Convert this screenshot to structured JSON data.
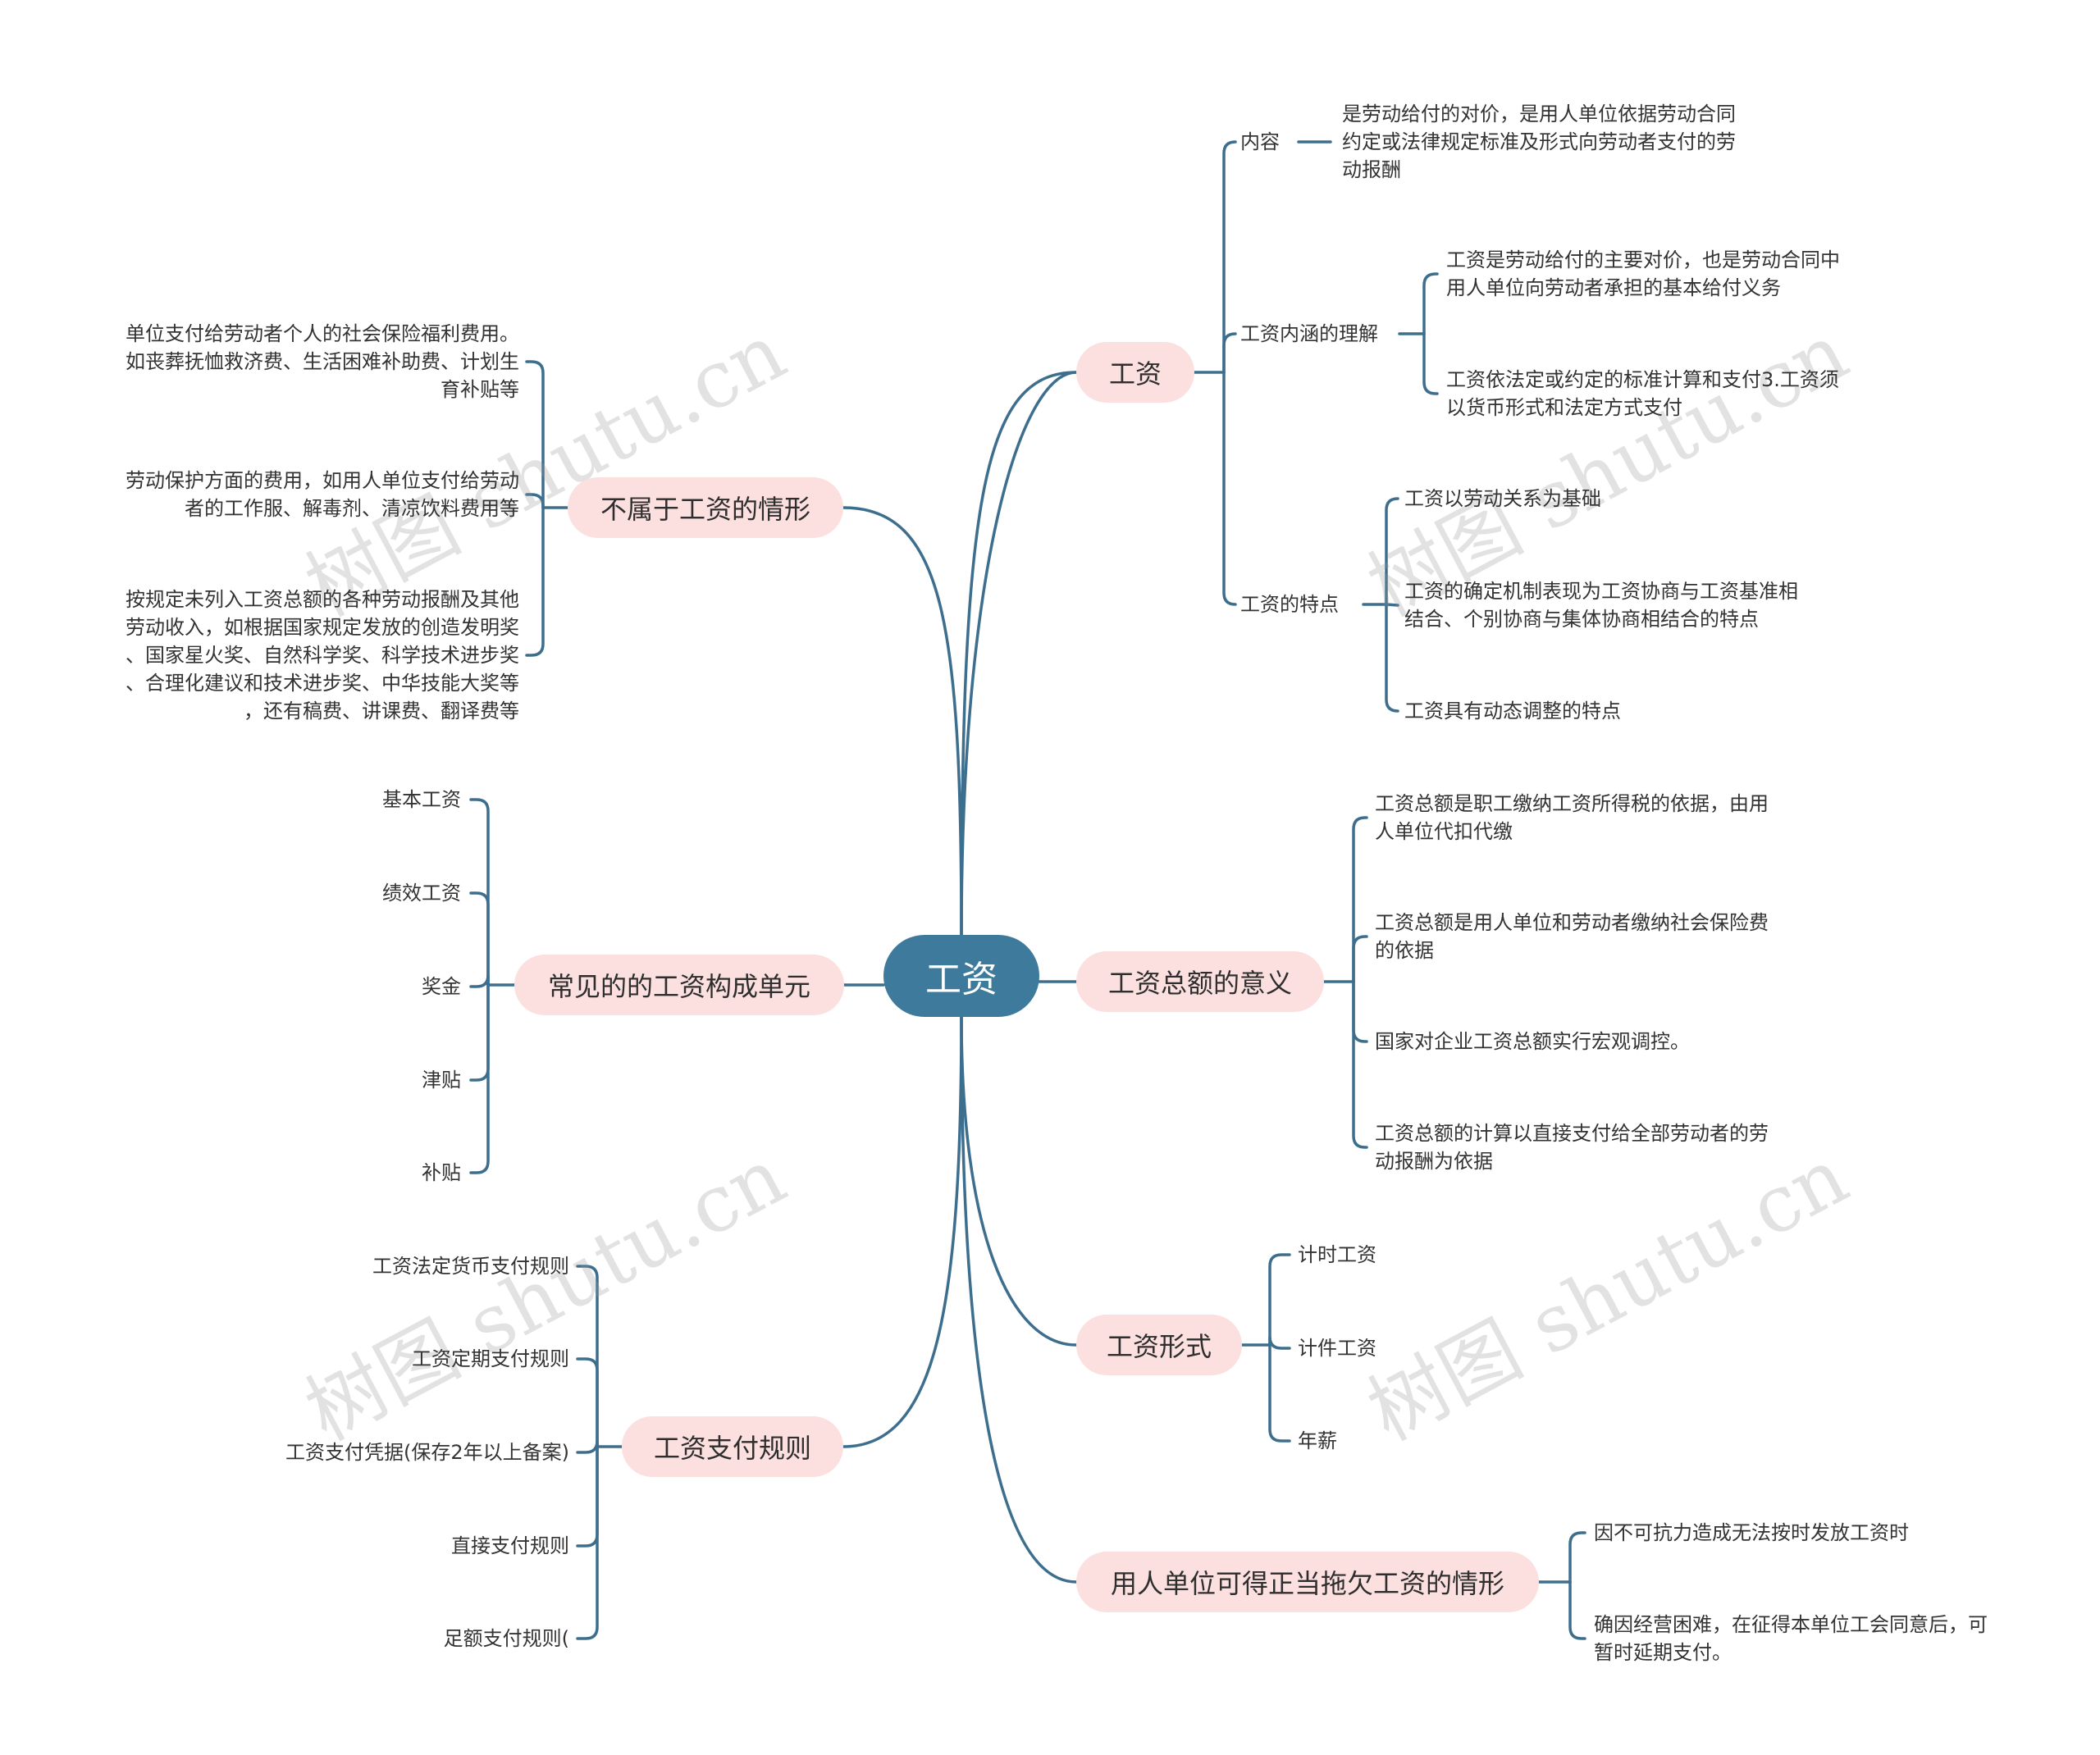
{
  "center": "工资",
  "branches": {
    "wage": {
      "label": "工资",
      "content": {
        "label": "内容",
        "text": "是劳动给付的对价，是用人单位依据劳动合同\n约定或法律规定标准及形式向劳动者支付的劳\n动报酬"
      },
      "understanding": {
        "label": "工资内涵的理解",
        "items": [
          "工资是劳动给付的主要对价，也是劳动合同中\n用人单位向劳动者承担的基本给付义务",
          "工资依法定或约定的标准计算和支付3.工资须\n以货币形式和法定方式支付"
        ]
      },
      "features": {
        "label": "工资的特点",
        "items": [
          "工资以劳动关系为基础",
          "工资的确定机制表现为工资协商与工资基准相\n结合、个别协商与集体协商相结合的特点",
          "工资具有动态调整的特点"
        ]
      }
    },
    "total": {
      "label": "工资总额的意义",
      "items": [
        "工资总额是职工缴纳工资所得税的依据，由用\n人单位代扣代缴",
        "工资总额是用人单位和劳动者缴纳社会保险费\n的依据",
        "国家对企业工资总额实行宏观调控。",
        "工资总额的计算以直接支付给全部劳动者的劳\n动报酬为依据"
      ]
    },
    "forms": {
      "label": "工资形式",
      "items": [
        "计时工资",
        "计件工资",
        "年薪"
      ]
    },
    "arrears": {
      "label": "用人单位可得正当拖欠工资的情形",
      "items": [
        "因不可抗力造成无法按时发放工资时",
        "确因经营困难，在征得本单位工会同意后，可\n暂时延期支付。"
      ]
    },
    "excluded": {
      "label": "不属于工资的情形",
      "items": [
        "单位支付给劳动者个人的社会保险福利费用。\n如丧葬抚恤救济费、生活困难补助费、计划生\n育补贴等",
        "劳动保护方面的费用，如用人单位支付给劳动\n者的工作服、解毒剂、清凉饮料费用等",
        "按规定未列入工资总额的各种劳动报酬及其他\n劳动收入，如根据国家规定发放的创造发明奖\n、国家星火奖、自然科学奖、科学技术进步奖\n、合理化建议和技术进步奖、中华技能大奖等\n，还有稿费、讲课费、翻译费等"
      ]
    },
    "components": {
      "label": "常见的的工资构成单元",
      "items": [
        "基本工资",
        "绩效工资",
        "奖金",
        "津贴",
        "补贴"
      ]
    },
    "payment": {
      "label": "工资支付规则",
      "items": [
        "工资法定货币支付规则",
        "工资定期支付规则",
        "工资支付凭据(保存2年以上备案)",
        "直接支付规则",
        "足额支付规则("
      ]
    }
  },
  "watermark": "树图 shutu.cn",
  "colors": {
    "center": "#3d7a9c",
    "branch": "#fbe0df",
    "line": "#3d6e8d"
  }
}
